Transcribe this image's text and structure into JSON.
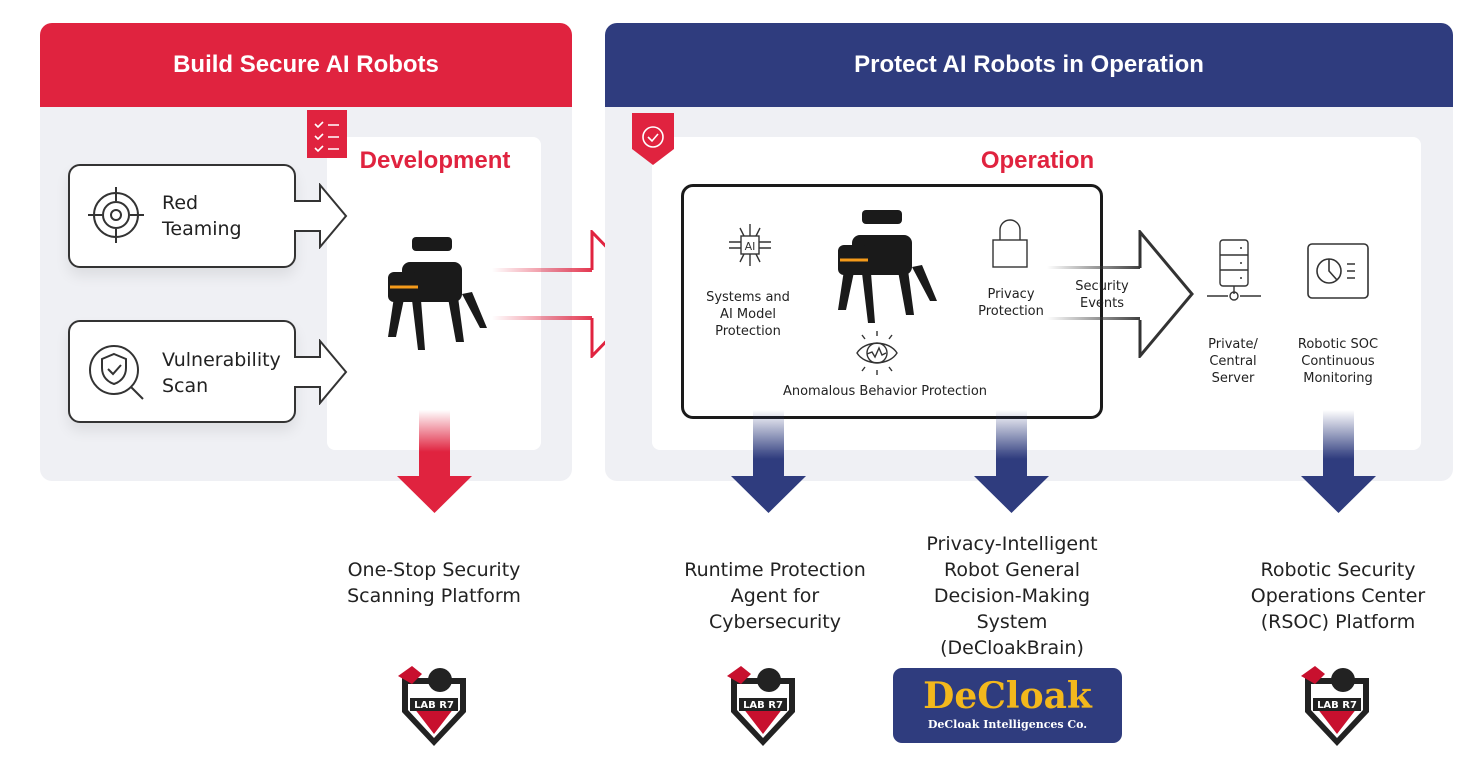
{
  "build": {
    "title": "Build Secure AI Robots",
    "section": "Development",
    "items": [
      {
        "label": "Red Teaming",
        "icon": "target-icon"
      },
      {
        "label": "Vulnerability Scan",
        "icon": "shield-search-icon"
      }
    ]
  },
  "protect": {
    "title": "Protect AI Robots in Operation",
    "section": "Operation",
    "items": {
      "ai": "Systems and AI Model Protection",
      "privacy": "Privacy Protection",
      "anomalous": "Anomalous Behavior Protection",
      "events": "Security Events",
      "server": "Private/ Central Server",
      "soc": "Robotic SOC Continuous Monitoring"
    }
  },
  "outputs": [
    {
      "label": "One-Stop Security Scanning Platform",
      "logo": "LAB R7"
    },
    {
      "label": "Runtime Protection Agent for Cybersecurity",
      "logo": "LAB R7"
    },
    {
      "label": "Privacy-Intelligent Robot General Decision-Making System (DeCloakBrain)",
      "logo": "DeCloak",
      "logo_sub": "DeCloak Intelligences Co."
    },
    {
      "label": "Robotic Security Operations Center (RSOC) Platform",
      "logo": "LAB R7"
    }
  ],
  "colors": {
    "red": "#e0233f",
    "navy": "#2f3c7e",
    "panel": "#eff0f4",
    "gold": "#f3b81c"
  }
}
